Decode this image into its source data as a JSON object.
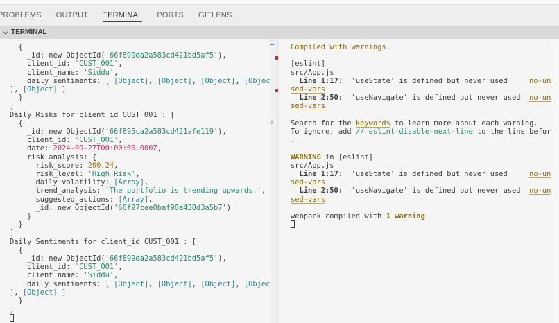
{
  "tabs": [
    {
      "label": "PROBLEMS",
      "active": false
    },
    {
      "label": "OUTPUT",
      "active": false
    },
    {
      "label": "TERMINAL",
      "active": true
    },
    {
      "label": "PORTS",
      "active": false
    },
    {
      "label": "GITLENS",
      "active": false
    }
  ],
  "section": {
    "title": "TERMINAL",
    "icon": "chevron-down-icon"
  },
  "left_terminal": {
    "block1": {
      "open_brace": "{",
      "id_key": "_id: new ObjectId(",
      "id_val": "'66f899da2a583cd421bd5af5'",
      "id_end": "),",
      "client_id_key": "client_id: ",
      "client_id_val": "'CUST_001'",
      "client_name_key": "client_name: ",
      "client_name_val": "'Siddu'",
      "sent_key": "daily_sentiments: [ ",
      "obj": "[Object]",
      "close_brace": "}",
      "close_bracket": "]"
    },
    "risks_header": "Daily Risks for client_id CUST_001 : [",
    "risks": {
      "id_val": "'66f895ca2a583cd421afe119'",
      "client_id_val": "'CUST_001'",
      "date_key": "date: ",
      "date_val": "2024-09-27T00:00:00.000Z",
      "risk_analysis_key": "risk_analysis: {",
      "risk_score_key": "risk_score: ",
      "risk_score_val": "200.24",
      "risk_level_key": "risk_level: ",
      "risk_level_val": "'High Risk'",
      "daily_volatility_key": "daily_volatility: ",
      "array": "[Array]",
      "trend_key": "trend_analysis: ",
      "trend_val": "'The portfolio is trending upwards.'",
      "suggested_key": "suggested_actions: ",
      "inner_id_val": "'66f97cee0baf90a438d3a5b7'"
    },
    "sentiments_header": "Daily Sentiments for client_id CUST_001 : [",
    "sentiments": {
      "id_val": "'66f899da2a583cd421bd5af5'",
      "client_id_val": "'CUST_001'",
      "client_name_val": "'Siddu'"
    }
  },
  "right_terminal": {
    "compiled": "Compiled with warnings.",
    "eslint_tag": "[eslint]",
    "file": "src/App.js",
    "warnings": [
      {
        "loc": "Line 1:17:",
        "msg": "  'useState' is defined but never used     ",
        "rule_a": "no-unu",
        "rule_b": "sed-vars"
      },
      {
        "loc": "Line 2:50:",
        "msg": "  'useNavigate' is defined but never used  ",
        "rule_a": "no-unu",
        "rule_b": "sed-vars"
      }
    ],
    "search_pre": "Search for the ",
    "keywords": "keywords",
    "search_post": " to learn more about each warning.",
    "ignore_pre": "To ignore, add ",
    "ignore_cmt": "// eslint-disable-next-line",
    "ignore_post": " to the line before",
    "ignore_dot": ".",
    "warning_label": "WARNING",
    "warning_in": " in [eslint]",
    "webpack_pre": "webpack compiled with ",
    "webpack_count": "1 warning"
  },
  "colors": {
    "string": "#258b6e",
    "date": "#c8336a",
    "number": "#9c7d1a",
    "warning": "#8a6d0b",
    "error_marker": "#d12b2b",
    "info_marker": "#3a8fd6"
  }
}
